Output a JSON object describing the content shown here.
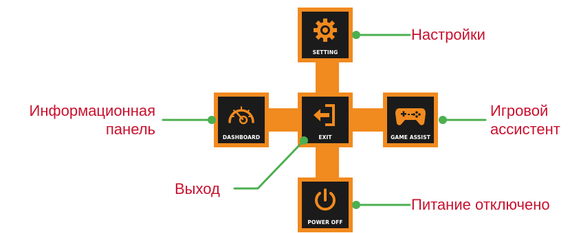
{
  "tiles": {
    "setting": {
      "label": "SETTING",
      "icon": "gear-icon"
    },
    "dashboard": {
      "label": "DASHBOARD",
      "icon": "speedometer-icon"
    },
    "exit": {
      "label": "EXIT",
      "icon": "exit-door-icon"
    },
    "game_assist": {
      "label": "GAME ASSIST",
      "icon": "gamepad-icon"
    },
    "power_off": {
      "label": "POWER OFF",
      "icon": "power-icon"
    }
  },
  "callouts": {
    "setting": "Настройки",
    "dashboard_line1": "Информационная",
    "dashboard_line2": "панель",
    "exit": "Выход",
    "game_assist_line1": "Игровой",
    "game_assist_line2": "ассистент",
    "power_off": "Питание отключено"
  },
  "colors": {
    "frame": "#f18a1f",
    "tile_bg": "#1b1b1b",
    "icon": "#f18a1f",
    "callout_text": "#c8102e",
    "leader_line": "#4caf50"
  }
}
